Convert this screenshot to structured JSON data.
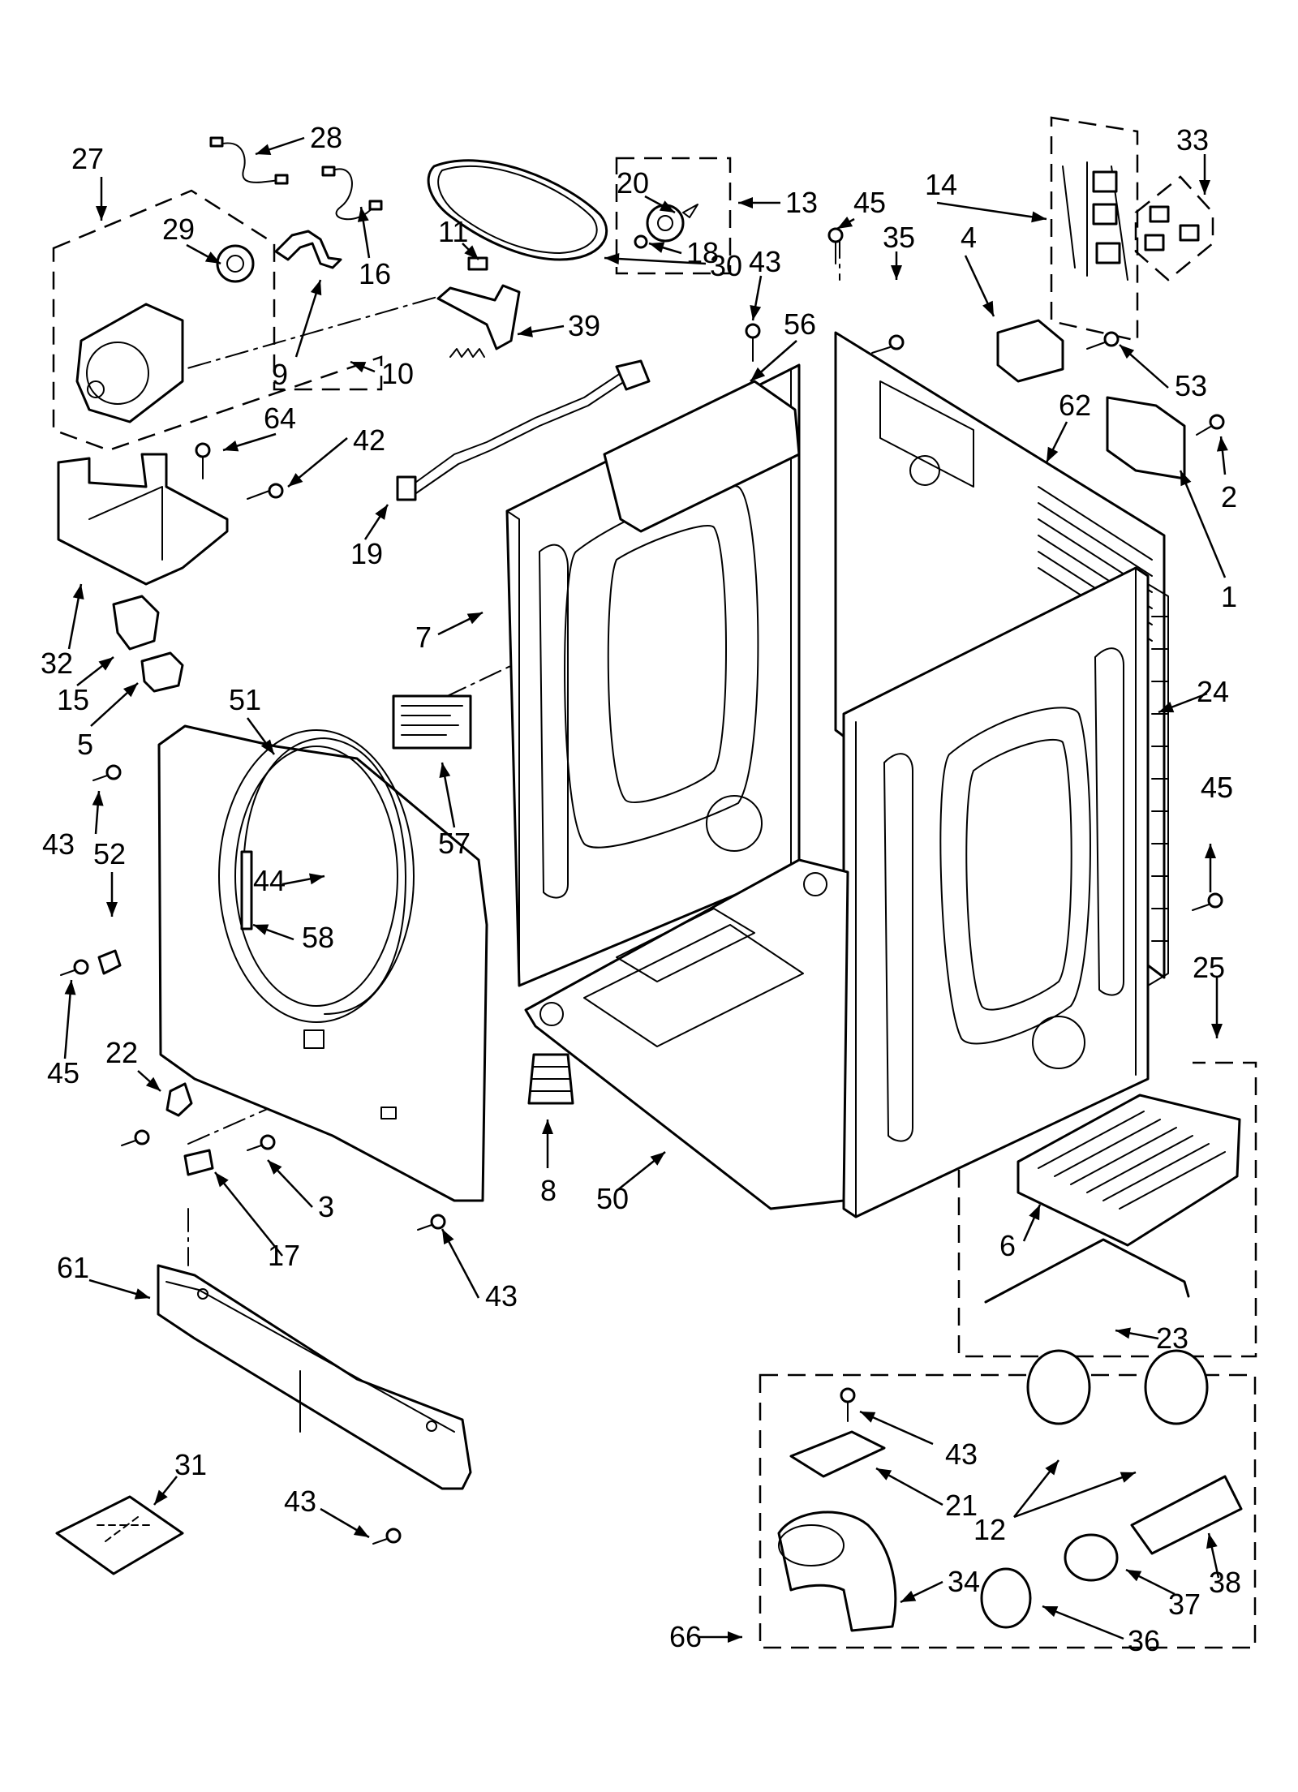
{
  "diagram": {
    "colors": {
      "ink": "#000000",
      "paper": "#ffffff"
    },
    "callouts": [
      {
        "id": "c28",
        "label": "28"
      },
      {
        "id": "c27",
        "label": "27"
      },
      {
        "id": "c29",
        "label": "29"
      },
      {
        "id": "c16",
        "label": "16"
      },
      {
        "id": "c11",
        "label": "11"
      },
      {
        "id": "c20",
        "label": "20"
      },
      {
        "id": "c13",
        "label": "13"
      },
      {
        "id": "c18",
        "label": "18"
      },
      {
        "id": "c30",
        "label": "30"
      },
      {
        "id": "c39",
        "label": "39"
      },
      {
        "id": "c10",
        "label": "10"
      },
      {
        "id": "c9",
        "label": "9"
      },
      {
        "id": "c64",
        "label": "64"
      },
      {
        "id": "c42",
        "label": "42"
      },
      {
        "id": "c19",
        "label": "19"
      },
      {
        "id": "c43a",
        "label": "43"
      },
      {
        "id": "c56",
        "label": "56"
      },
      {
        "id": "c45a",
        "label": "45"
      },
      {
        "id": "c35",
        "label": "35"
      },
      {
        "id": "c4",
        "label": "4"
      },
      {
        "id": "c14",
        "label": "14"
      },
      {
        "id": "c33",
        "label": "33"
      },
      {
        "id": "c53",
        "label": "53"
      },
      {
        "id": "c62",
        "label": "62"
      },
      {
        "id": "c2",
        "label": "2"
      },
      {
        "id": "c1",
        "label": "1"
      },
      {
        "id": "c32",
        "label": "32"
      },
      {
        "id": "c15",
        "label": "15"
      },
      {
        "id": "c5",
        "label": "5"
      },
      {
        "id": "c7",
        "label": "7"
      },
      {
        "id": "c57",
        "label": "57"
      },
      {
        "id": "c51",
        "label": "51"
      },
      {
        "id": "c43b",
        "label": "43"
      },
      {
        "id": "c52",
        "label": "52"
      },
      {
        "id": "c44",
        "label": "44"
      },
      {
        "id": "c58",
        "label": "58"
      },
      {
        "id": "c45b",
        "label": "45"
      },
      {
        "id": "c22",
        "label": "22"
      },
      {
        "id": "c45c",
        "label": "45"
      },
      {
        "id": "c3",
        "label": "3"
      },
      {
        "id": "c17",
        "label": "17"
      },
      {
        "id": "c43c",
        "label": "43"
      },
      {
        "id": "c8",
        "label": "8"
      },
      {
        "id": "c50",
        "label": "50"
      },
      {
        "id": "c24",
        "label": "24"
      },
      {
        "id": "c45d",
        "label": "45"
      },
      {
        "id": "c25",
        "label": "25"
      },
      {
        "id": "c6",
        "label": "6"
      },
      {
        "id": "c23",
        "label": "23"
      },
      {
        "id": "c61",
        "label": "61"
      },
      {
        "id": "c31",
        "label": "31"
      },
      {
        "id": "c43d",
        "label": "43"
      },
      {
        "id": "c43e",
        "label": "43"
      },
      {
        "id": "c21",
        "label": "21"
      },
      {
        "id": "c12",
        "label": "12"
      },
      {
        "id": "c34",
        "label": "34"
      },
      {
        "id": "c37",
        "label": "37"
      },
      {
        "id": "c38",
        "label": "38"
      },
      {
        "id": "c36",
        "label": "36"
      },
      {
        "id": "c66",
        "label": "66"
      }
    ]
  }
}
